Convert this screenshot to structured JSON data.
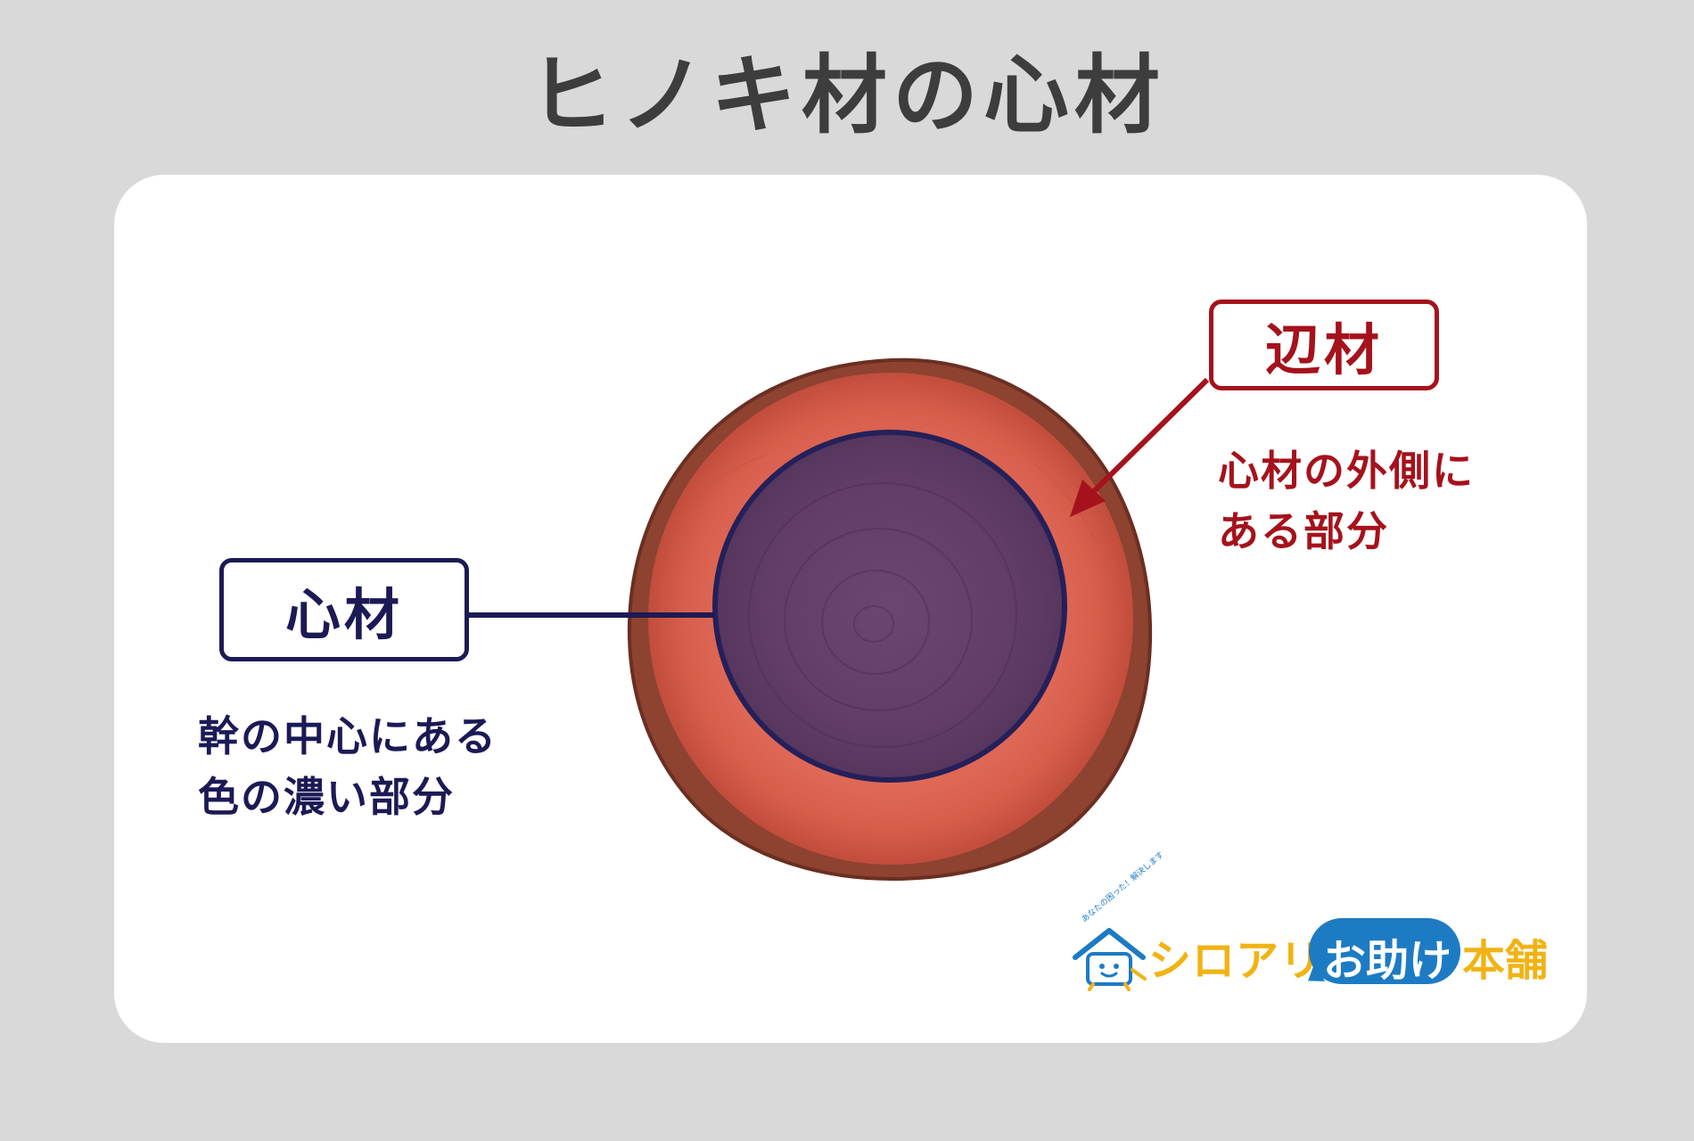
{
  "title": "ヒノキ材の心材",
  "heartwood": {
    "label": "心材",
    "description_line1": "幹の中心にある",
    "description_line2": "色の濃い部分",
    "color": "#1c1a55"
  },
  "sapwood": {
    "label": "辺材",
    "description_line1": "心材の外側に",
    "description_line2": "ある部分",
    "color": "#a5121c"
  },
  "brand": {
    "part1": "シロアリ",
    "part2": "お助け",
    "part3": "本舗",
    "tagline": "あなたの困った！解決します",
    "yellow": "#f1b314",
    "blue": "#1d7bc4"
  },
  "icons": {
    "log": "log-cross-section-icon",
    "mascot": "house-mascot-icon",
    "arrow": "arrow-icon"
  }
}
